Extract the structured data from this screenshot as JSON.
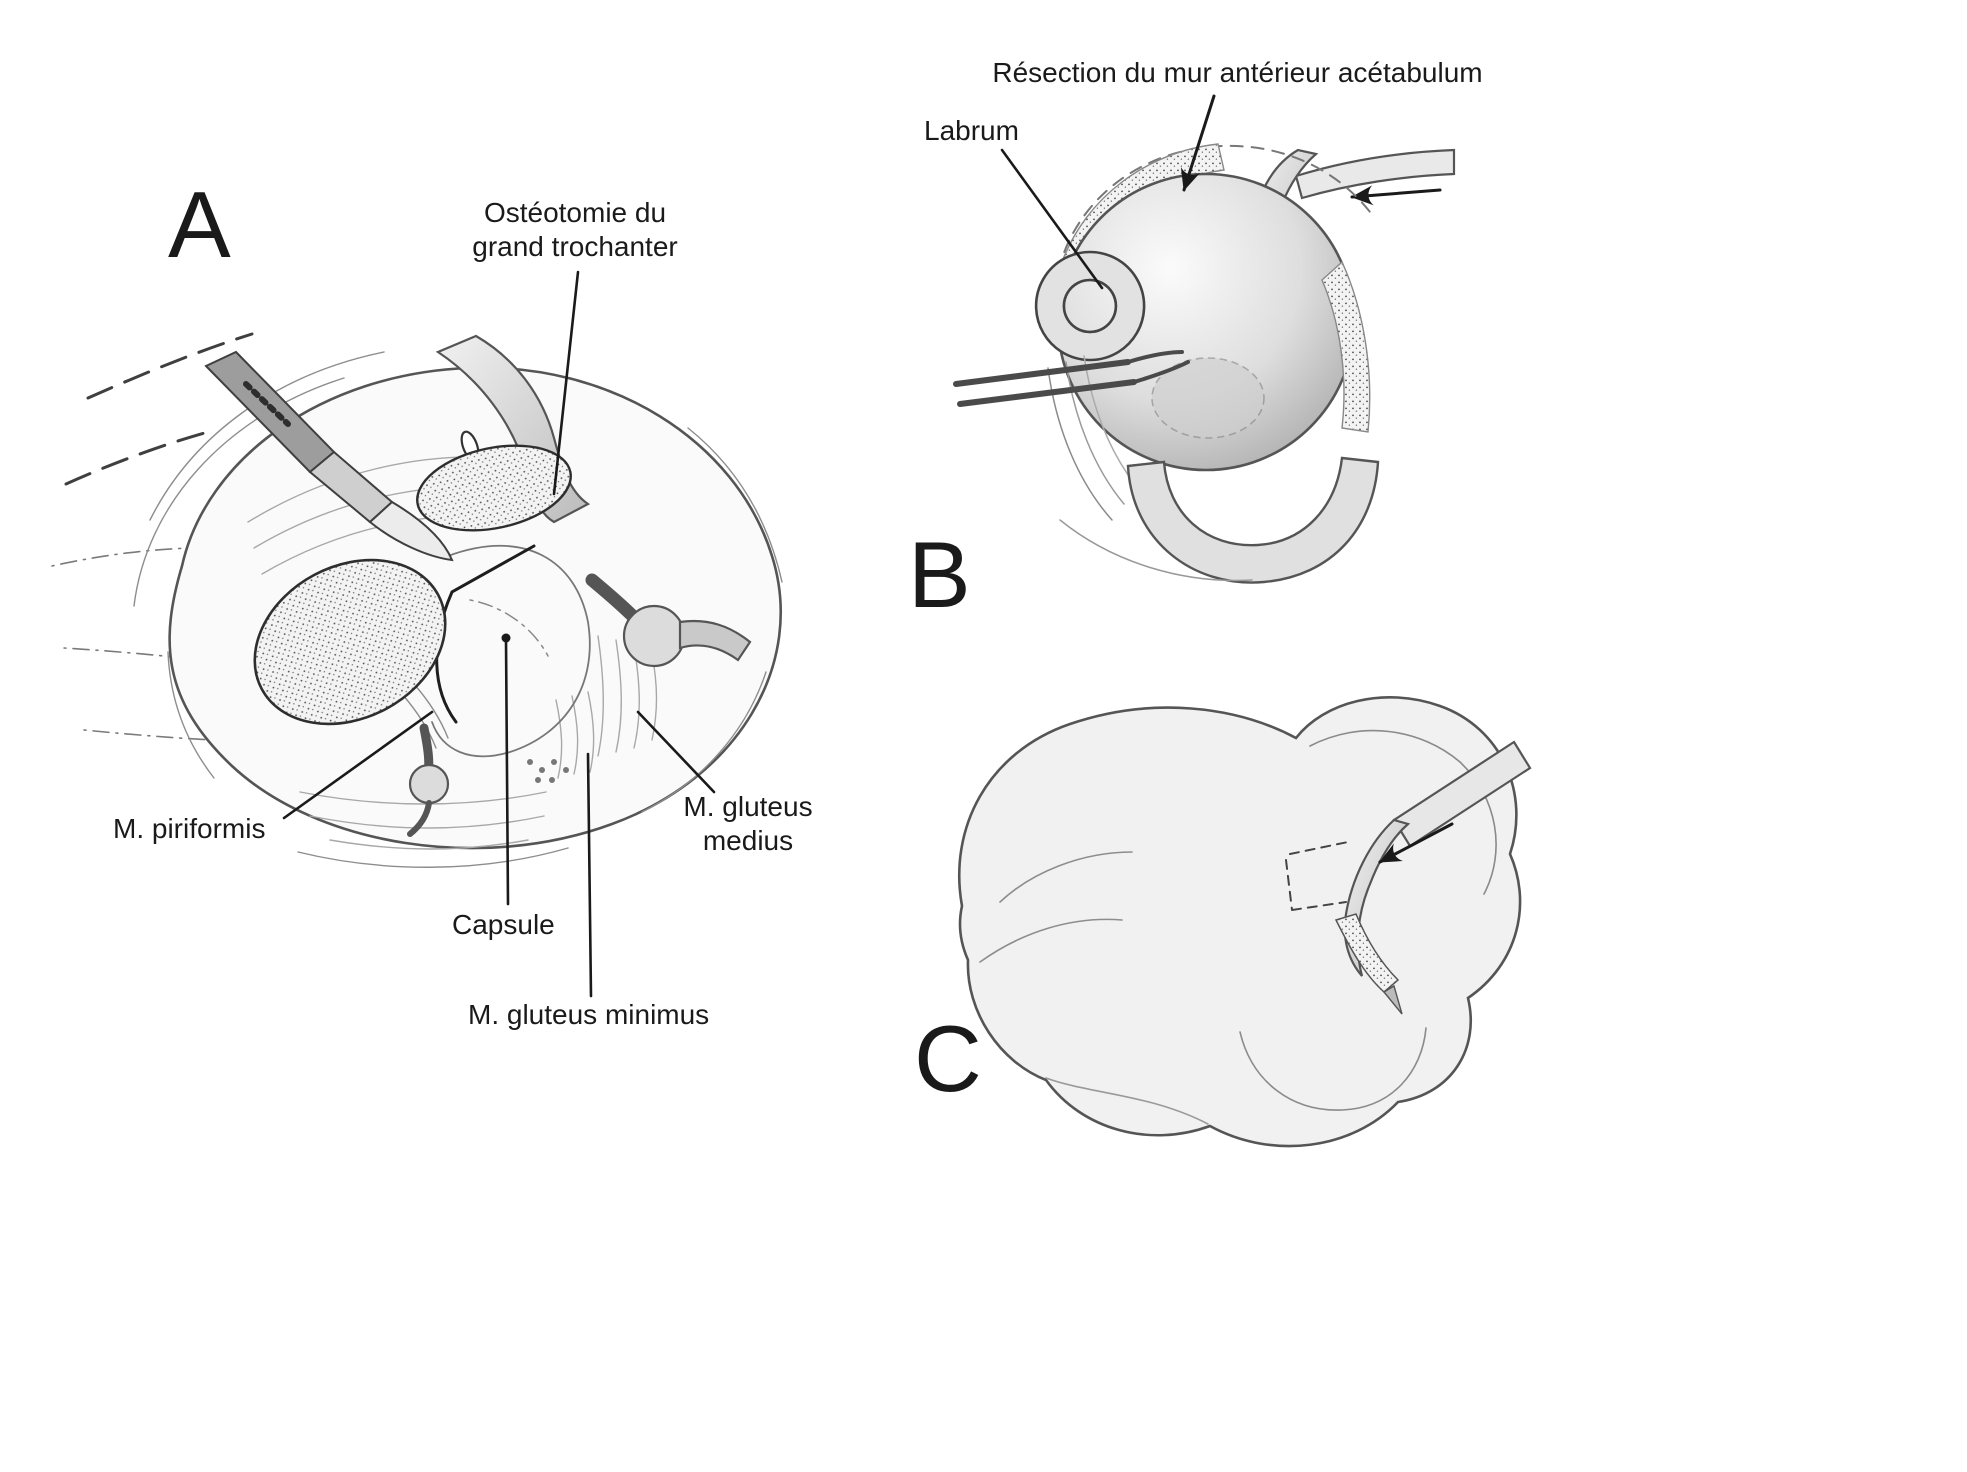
{
  "panels": {
    "a": {
      "letter": "A",
      "labels": {
        "osteotomie": "Ostéotomie du\ngrand trochanter",
        "piriformis": "M. piriformis",
        "capsule": "Capsule",
        "gluteus_minimus": "M. gluteus minimus",
        "gluteus_medius": "M. gluteus\nmedius"
      }
    },
    "b": {
      "letter": "B",
      "labels": {
        "resection": "Résection du mur antérieur acétabulum",
        "labrum": "Labrum"
      }
    },
    "c": {
      "letter": "C"
    }
  },
  "colors": {
    "ink": "#1a1a1a",
    "outline_gray": "#555555",
    "shade_light": "#f2f2f2"
  }
}
